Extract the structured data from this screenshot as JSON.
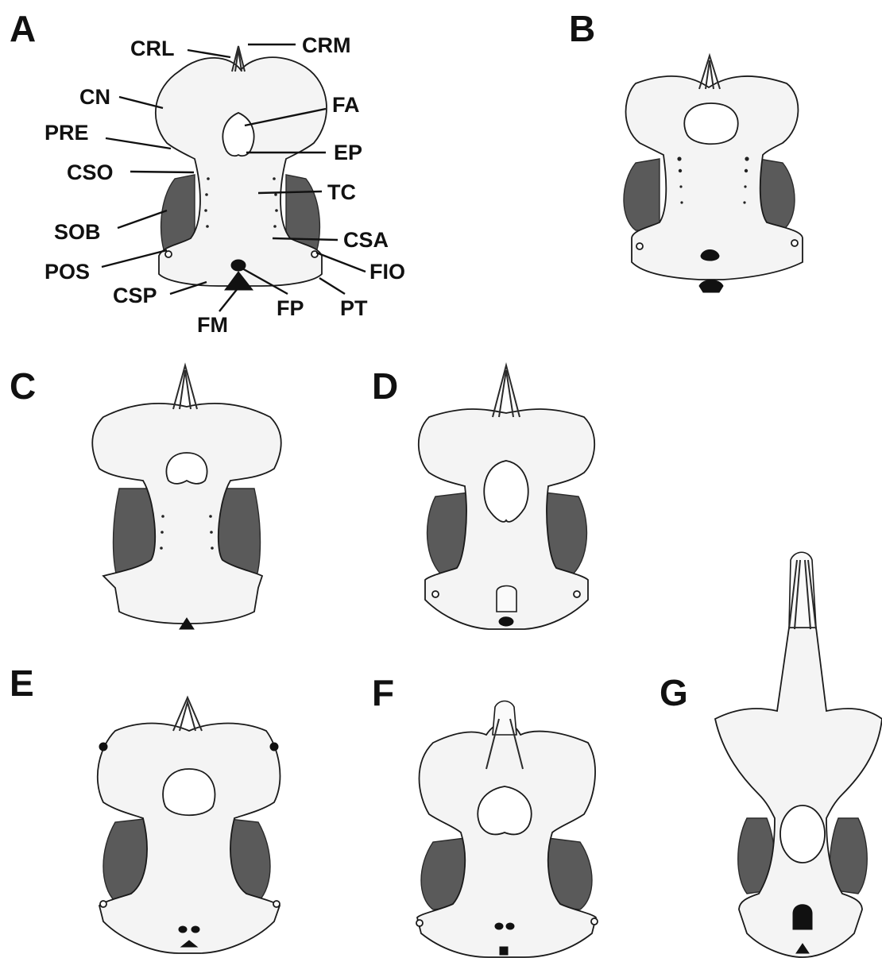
{
  "panels": [
    {
      "letter": "A"
    },
    {
      "letter": "B"
    },
    {
      "letter": "C"
    },
    {
      "letter": "D"
    },
    {
      "letter": "E"
    },
    {
      "letter": "F"
    },
    {
      "letter": "G"
    }
  ],
  "labels": {
    "crl": "CRL",
    "crm": "CRM",
    "cn": "CN",
    "fa": "FA",
    "pre": "PRE",
    "ep": "EP",
    "cso": "CSO",
    "tc": "TC",
    "sob": "SOB",
    "csa": "CSA",
    "pos": "POS",
    "fio": "FIO",
    "csp": "CSP",
    "fp": "FP",
    "pt": "PT",
    "fm": "FM"
  },
  "colors": {
    "bone_fill": "#f4f4f4",
    "orbit_fill": "#5a5a5a",
    "outline": "#1a1a1a"
  }
}
